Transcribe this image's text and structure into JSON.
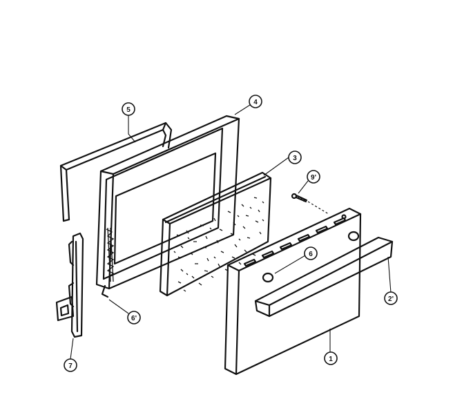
{
  "callouts": [
    {
      "id": "c5",
      "label": "5"
    },
    {
      "id": "c4",
      "label": "4"
    },
    {
      "id": "c3",
      "label": "3"
    },
    {
      "id": "c9",
      "label": "9'"
    },
    {
      "id": "c6a",
      "label": "6"
    },
    {
      "id": "c6b",
      "label": "6'"
    },
    {
      "id": "c2",
      "label": "2'"
    },
    {
      "id": "c1",
      "label": "1"
    },
    {
      "id": "c7",
      "label": "7"
    }
  ]
}
